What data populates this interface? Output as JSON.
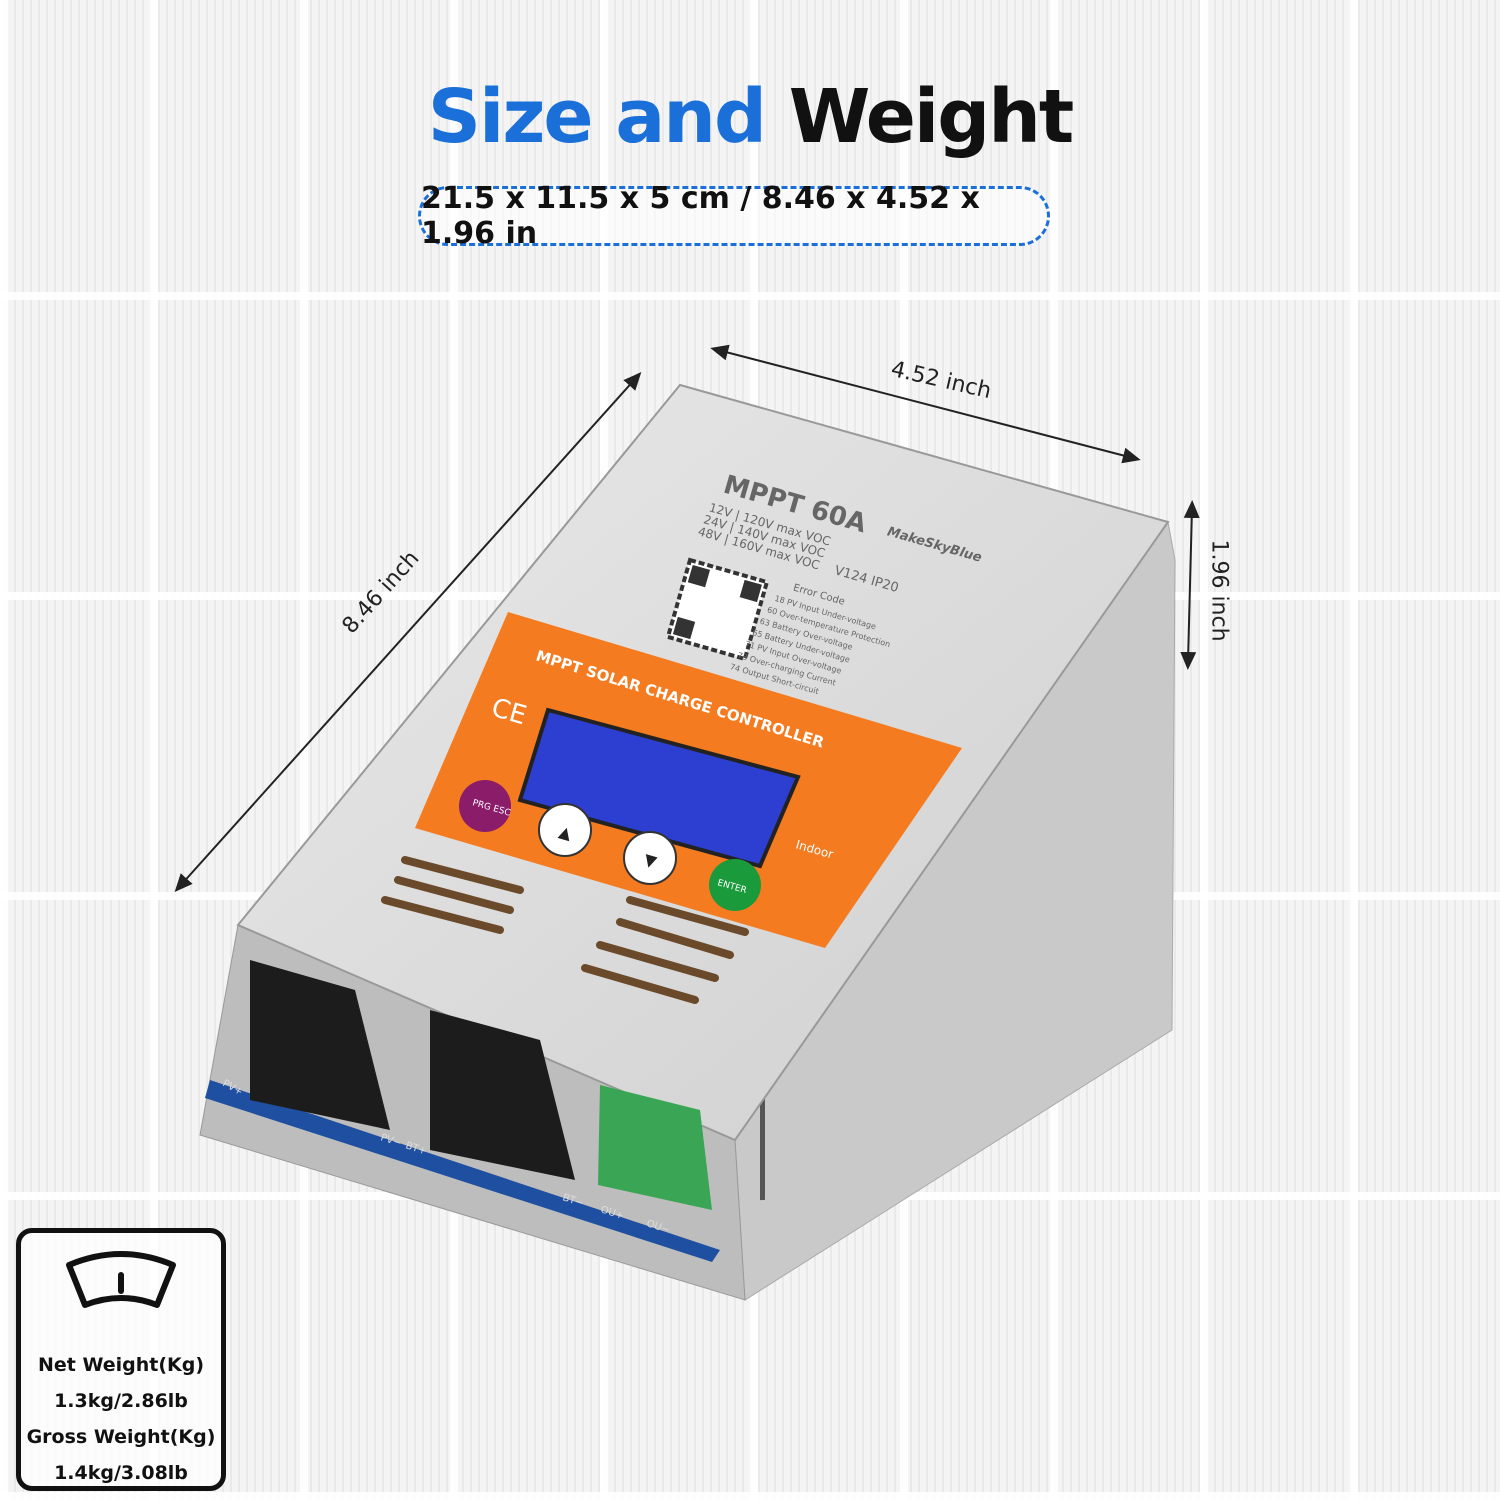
{
  "header": {
    "title_part1": "Size and",
    "title_part2": "Weight",
    "dimensions": "21.5 x 11.5 x 5 cm / 8.46 x 4.52 x 1.96 in"
  },
  "dimension_labels": {
    "width": "4.52 inch",
    "length": "8.46 inch",
    "height": "1.96 inch"
  },
  "device": {
    "model": "MPPT 60A",
    "brand": "MakeSkyBlue",
    "voltage_lines": [
      "12V | 120V max VOC",
      "24V | 140V max VOC",
      "48V | 160V max VOC"
    ],
    "version": "V124 IP20",
    "error_code_title": "Error Code",
    "error_codes": [
      "18  PV Input Under-voltage",
      "60  Over-temperature Protection",
      "63  Battery Over-voltage",
      "65  Battery Under-voltage",
      "71  PV Input Over-voltage",
      "73  Over-charging Current",
      "74  Output Short-circuit"
    ],
    "panel_title": "MPPT SOLAR CHARGE CONTROLLER",
    "ce_mark": "CE",
    "indoor": "Indoor",
    "buttons": {
      "esc": "PRG ESC",
      "up": "▲",
      "down": "▼",
      "enter": "ENTER"
    },
    "terminals": [
      "PV+",
      "PV−",
      "BT+",
      "BT−",
      "OU+",
      "OU−"
    ]
  },
  "weight": {
    "net_label": "Net Weight(Kg)",
    "net_value": "1.3kg/2.86lb",
    "gross_label": "Gross Weight(Kg)",
    "gross_value": "1.4kg/3.08lb"
  },
  "colors": {
    "accent": "#1a6fd8",
    "panel_orange": "#f47b20",
    "terminal_green": "#3aa655"
  }
}
